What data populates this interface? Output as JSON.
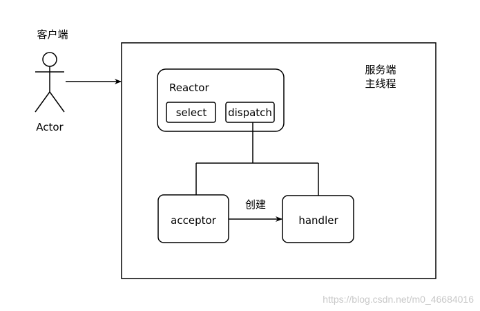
{
  "client": {
    "label": "客户端",
    "actor_label": "Actor"
  },
  "server": {
    "label_line1": "服务端",
    "label_line2": "主线程"
  },
  "reactor": {
    "title": "Reactor",
    "select_label": "select",
    "dispatch_label": "dispatch"
  },
  "acceptor": {
    "label": "acceptor"
  },
  "handler": {
    "label": "handler"
  },
  "edge_create": {
    "label": "创建"
  },
  "watermark": {
    "text": "https://blog.csdn.net/m0_46684016"
  },
  "colors": {
    "stroke": "#000000",
    "background": "#ffffff",
    "watermark": "#c8c8c8"
  }
}
